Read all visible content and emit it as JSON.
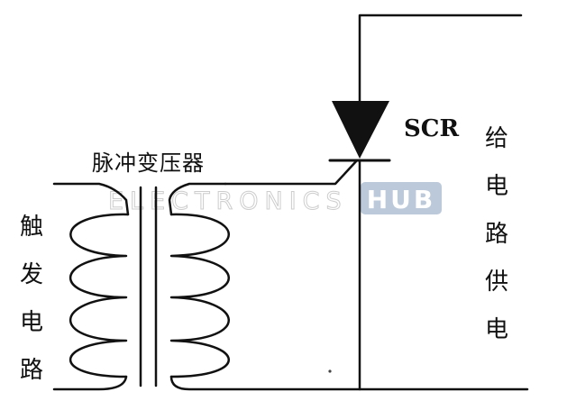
{
  "diagram": {
    "transformer_label": "脉冲变压器",
    "scr_label": "SCR",
    "trigger_label": [
      "触",
      "发",
      "电",
      "路"
    ],
    "supply_label": [
      "给",
      "电",
      "路",
      "供",
      "电"
    ],
    "watermark": {
      "text": "ELECTRONICS",
      "badge": "HUB"
    }
  },
  "colors": {
    "wire": "#111111",
    "background": "#ffffff",
    "watermark_text": "#c8c8c8",
    "watermark_badge": "#b5c4d6"
  }
}
